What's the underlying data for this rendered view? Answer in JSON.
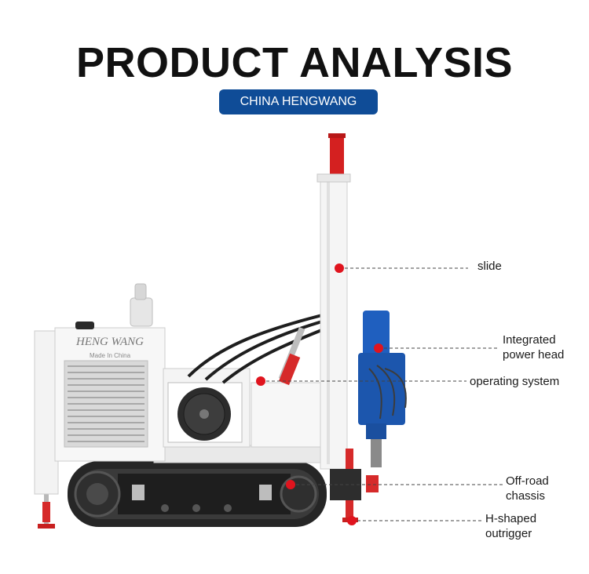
{
  "header": {
    "title": "PRODUCT ANALYSIS",
    "badge": "CHINA HENGWANG"
  },
  "machine": {
    "brand_mark": "HENG WANG",
    "made_in": "Made In China"
  },
  "callouts": [
    {
      "id": "slide",
      "lines": [
        "slide"
      ]
    },
    {
      "id": "power-head",
      "lines": [
        "Integrated",
        "power head"
      ]
    },
    {
      "id": "operating-system",
      "lines": [
        "operating system"
      ]
    },
    {
      "id": "chassis",
      "lines": [
        "Off-road",
        "chassis"
      ]
    },
    {
      "id": "outrigger",
      "lines": [
        "H-shaped",
        "outrigger"
      ]
    }
  ],
  "colors": {
    "accent": "#0f4c97",
    "marker": "#e0141e",
    "frame": "#f2f2f2",
    "track": "#2a2a2a",
    "head": "#1f5fbf"
  }
}
